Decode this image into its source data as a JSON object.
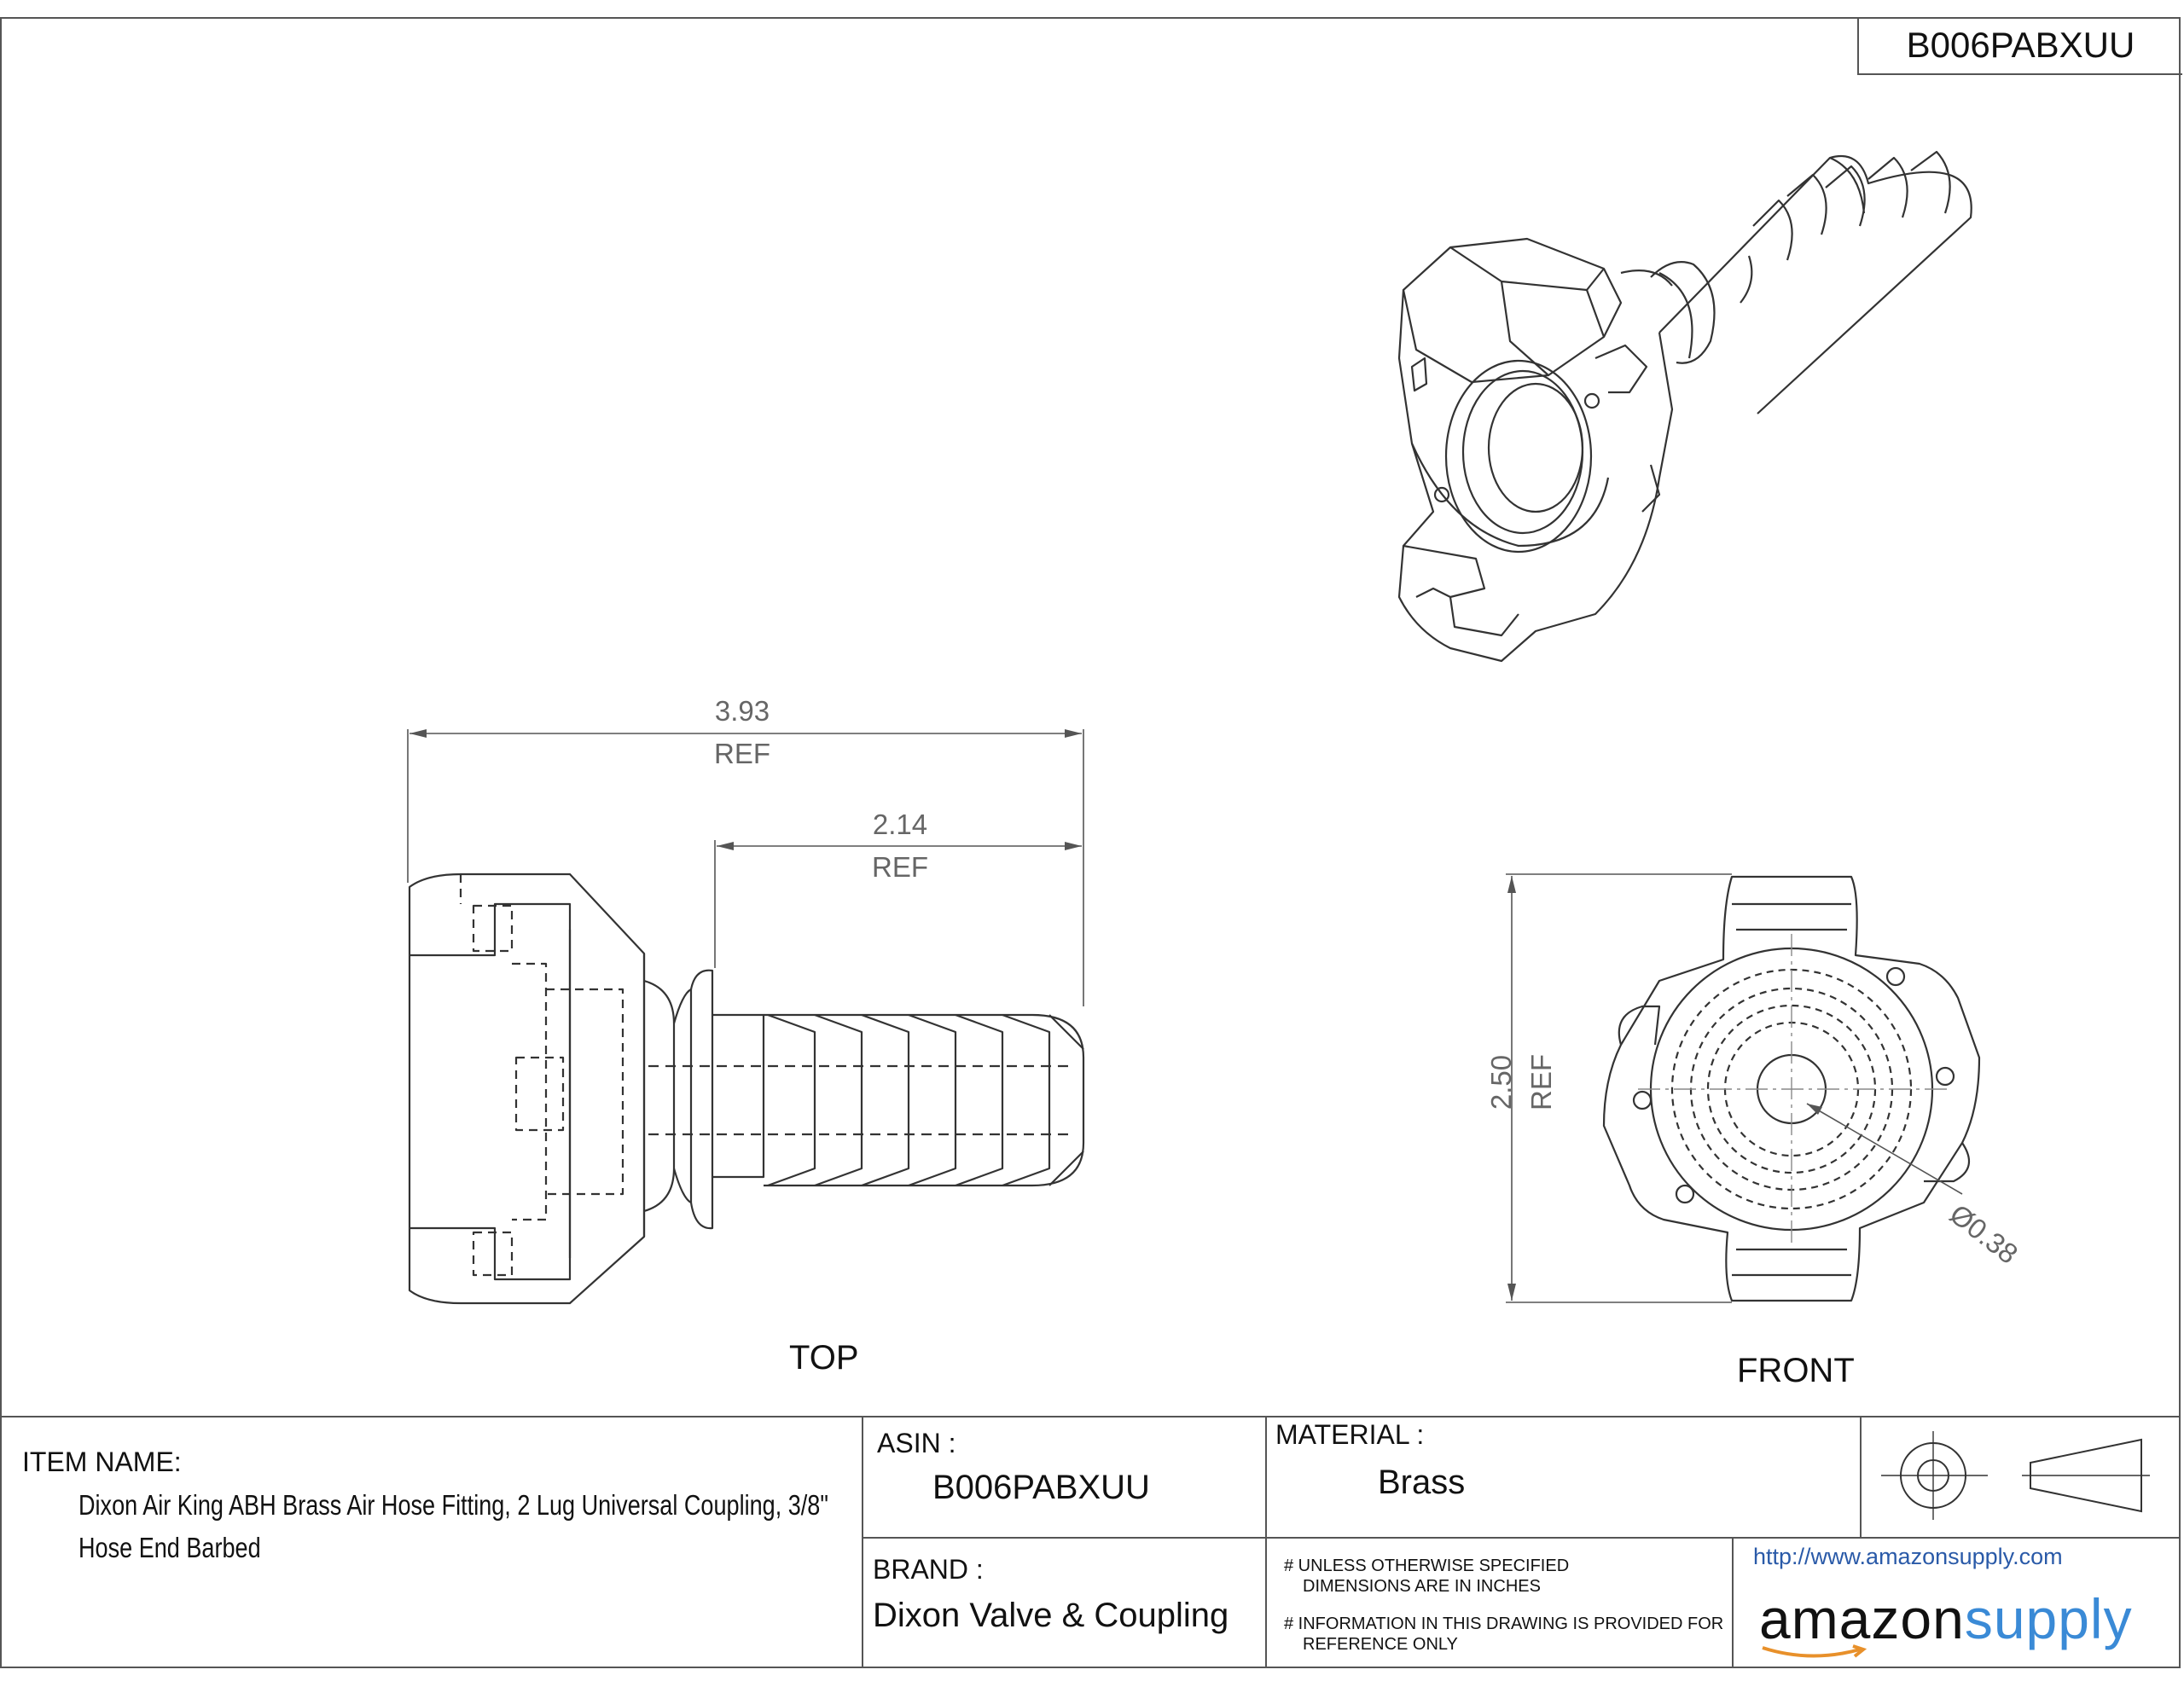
{
  "header": {
    "asin_tag": "B006PABXUU"
  },
  "views": {
    "top_label": "TOP",
    "front_label": "FRONT"
  },
  "dimensions": {
    "overall_length": "3.93",
    "overall_ref": "REF",
    "barb_length": "2.14",
    "barb_ref": "REF",
    "height": "2.50",
    "height_ref": "REF",
    "bore_diameter": "Ø0.38"
  },
  "title_block": {
    "item_name_label": "ITEM NAME:",
    "item_name_line1": "Dixon Air King ABH Brass Air Hose Fitting, 2 Lug Universal Coupling, 3/8\"",
    "item_name_line2": "Hose End Barbed",
    "asin_label": "ASIN :",
    "asin_value": "B006PABXUU",
    "material_label": "MATERIAL :",
    "material_value": "Brass",
    "brand_label": "BRAND :",
    "brand_value": "Dixon Valve & Coupling",
    "note1_line1": "# UNLESS OTHERWISE SPECIFIED",
    "note1_line2": "DIMENSIONS ARE IN INCHES",
    "note2_line1": "# INFORMATION IN THIS DRAWING IS PROVIDED FOR",
    "note2_line2": "REFERENCE ONLY",
    "url": "http://www.amazonsupply.com",
    "logo_amazon": "amazon",
    "logo_supply": "supply",
    "projection_symbol": "third-angle-projection-icon"
  }
}
